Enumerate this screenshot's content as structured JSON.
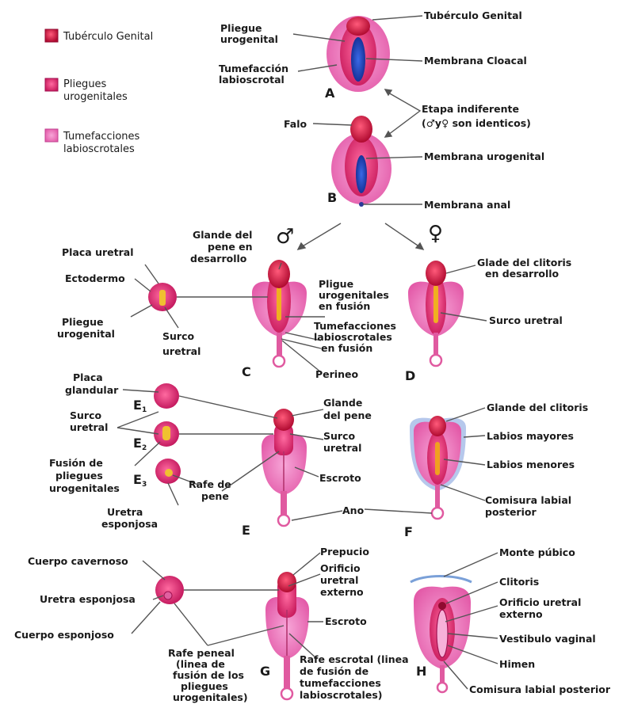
{
  "colors": {
    "genital_tubercle": "#c8123c",
    "urogenital_folds": "#d6246a",
    "labioscrotal": "#ea72b6",
    "membrane": "#1e3fb0",
    "urethra": "#f0c030",
    "line": "#555555",
    "labia": "#7aa0d8"
  },
  "legend": {
    "tuberculo": "Tubérculo Genital",
    "pliegues_1": "Pliegues",
    "pliegues_2": "urogenitales",
    "tumef_1": "Tumefacciones",
    "tumef_2": "labioscrotales"
  },
  "letters": {
    "a": "A",
    "b": "B",
    "c": "C",
    "d": "D",
    "e": "E",
    "f": "F",
    "g": "G",
    "h": "H",
    "e1": "E",
    "e2": "E",
    "e3": "E",
    "one": "1",
    "two": "2",
    "three": "3"
  },
  "symbols": {
    "male": "♂",
    "female": "♀"
  },
  "labels": {
    "a_tuberculo": "Tubérculo Genital",
    "a_pliegue_1": "Pliegue",
    "a_pliegue_2": "urogenital",
    "a_tumef_1": "Tumefacción",
    "a_tumef_2": "labioscrotal",
    "a_membrana": "Membrana Cloacal",
    "etapa_1": "Etapa indiferente",
    "etapa_2": "(♂y♀ son identicos)",
    "b_falo": "Falo",
    "b_mem_uro": "Membrana urogenital",
    "b_mem_anal": "Membrana anal",
    "c_glande_1": "Glande del",
    "c_glande_2": "pene en",
    "c_glande_3": "desarrollo",
    "c_placa": "Placa uretral",
    "c_ecto": "Ectodermo",
    "c_pliegue_1": "Pliegue",
    "c_pliegue_2": "urogenital",
    "c_surco_1": "Surco",
    "c_surco_2": "uretral",
    "c_pligue_1": "Pligue",
    "c_pligue_2": "urogenitales",
    "c_pligue_3": "en fusión",
    "c_tumef_1": "Tumefacciones",
    "c_tumef_2": "labioscrotales",
    "c_tumef_3": "en fusión",
    "c_perineo": "Perineo",
    "d_glade_1": "Glade del clitoris",
    "d_glade_2": "en desarrollo",
    "d_surco": "Surco uretral",
    "e_placa_1": "Placa",
    "e_placa_2": "glandular",
    "e_surco_1": "Surco",
    "e_surco_2": "uretral",
    "e_fusion_1": "Fusión de",
    "e_fusion_2": "pliegues",
    "e_fusion_3": "urogenitales",
    "e_uretra_1": "Uretra",
    "e_uretra_2": "esponjosa",
    "e_rafe_1": "Rafe de",
    "e_rafe_2": "pene",
    "e_glande_1": "Glande",
    "e_glande_2": "del pene",
    "e_surco_r1": "Surco",
    "e_surco_r2": "uretral",
    "e_escroto": "Escroto",
    "ano": "Ano",
    "f_glande": "Glande del clitoris",
    "f_mayores": "Labios mayores",
    "f_menores": "Labios menores",
    "f_comisura_1": "Comisura labial",
    "f_comisura_2": "posterior",
    "g_cavernoso": "Cuerpo cavernoso",
    "g_uretra": "Uretra esponjosa",
    "g_esponjoso": "Cuerpo esponjoso",
    "g_rafe_1": "Rafe peneal",
    "g_rafe_2": "(linea de",
    "g_rafe_3": "fusión de los",
    "g_rafe_4": "pliegues",
    "g_rafe_5": "urogenitales)",
    "g_prepucio": "Prepucio",
    "g_orif_1": "Orificio",
    "g_orif_2": "uretral",
    "g_orif_3": "externo",
    "g_escroto": "Escroto",
    "g_rafe_esc_1": "Rafe escrotal (linea",
    "g_rafe_esc_2": "de fusión de",
    "g_rafe_esc_3": "tumefacciones",
    "g_rafe_esc_4": "labioscrotales)",
    "h_monte": "Monte púbico",
    "h_clitoris": "Clitoris",
    "h_orif_1": "Orificio uretral",
    "h_orif_2": "externo",
    "h_vestibulo": "Vestibulo vaginal",
    "h_himen": "Himen",
    "h_comisura": "Comisura labial posterior"
  }
}
